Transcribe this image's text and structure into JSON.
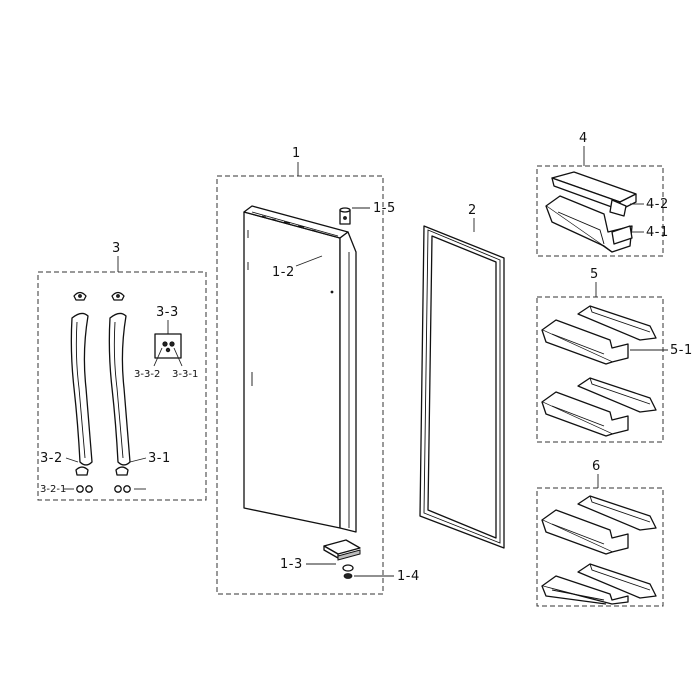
{
  "labels": {
    "g1": "1",
    "p1_5": "1-5",
    "p1_2": "1-2",
    "p1_3": "1-3",
    "p1_4": "1-4",
    "g2": "2",
    "g3": "3",
    "p3_3": "3-3",
    "p3_3_2": "3-3-2",
    "p3_3_1": "3-3-1",
    "p3_2": "3-2",
    "p3_1": "3-1",
    "p3_2_1": "3-2-1",
    "g4": "4",
    "p4_2": "4-2",
    "p4_1": "4-1",
    "g5": "5",
    "p5_1": "5-1",
    "g6": "6"
  }
}
